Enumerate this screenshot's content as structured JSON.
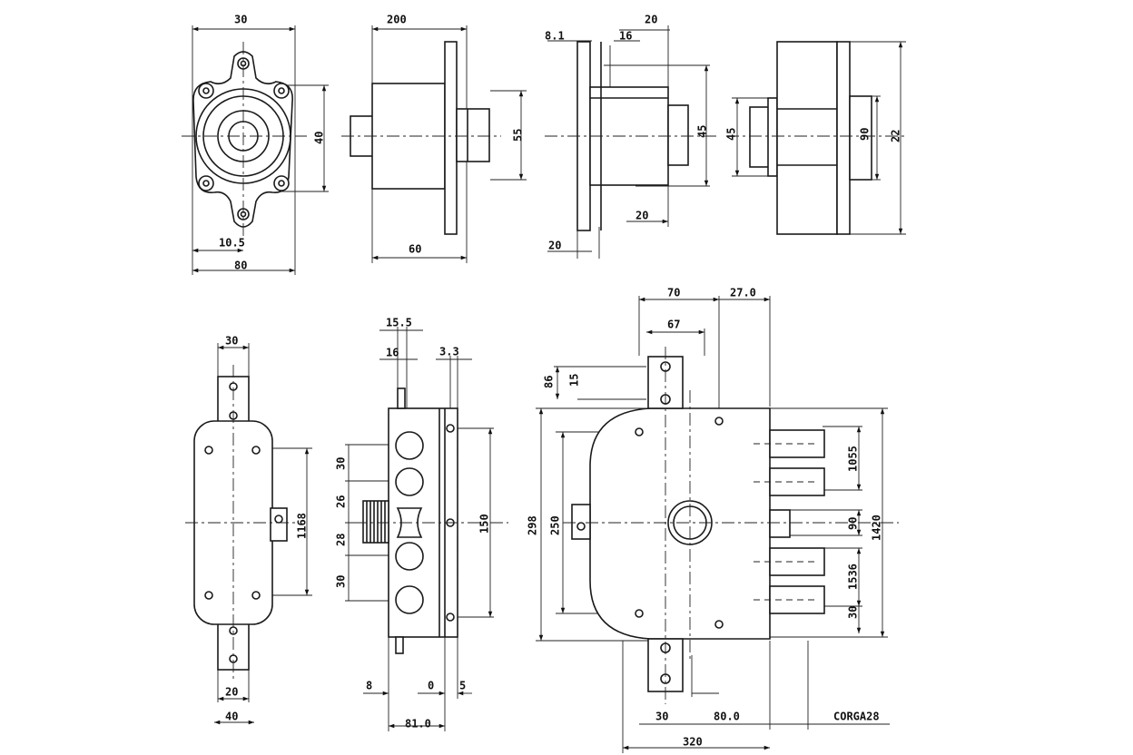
{
  "views": {
    "front_flange": {
      "dims": [
        "30",
        "40",
        "10.5",
        "80"
      ]
    },
    "side_cylinder": {
      "dims": [
        "200",
        "55",
        "60"
      ]
    },
    "side_stepped": {
      "dims": [
        "8.1",
        "16",
        "20",
        "45",
        "20",
        "20"
      ]
    },
    "end_view": {
      "dims": [
        "45",
        "90",
        "22"
      ]
    },
    "lock_front": {
      "dims": [
        "30",
        "1168",
        "20",
        "40"
      ]
    },
    "lock_edge": {
      "dims": [
        "15.5",
        "16",
        "3.3",
        "30",
        "26",
        "28",
        "30",
        "150",
        "8",
        "0",
        "5",
        "81.0"
      ]
    },
    "lock_main": {
      "dims": [
        "70",
        "27.0",
        "67",
        "86",
        "15",
        "298",
        "250",
        "1055",
        "90",
        "1420",
        "1536",
        "30",
        "30",
        "80.0",
        "320"
      ]
    }
  },
  "reference_code": "CORGA28"
}
